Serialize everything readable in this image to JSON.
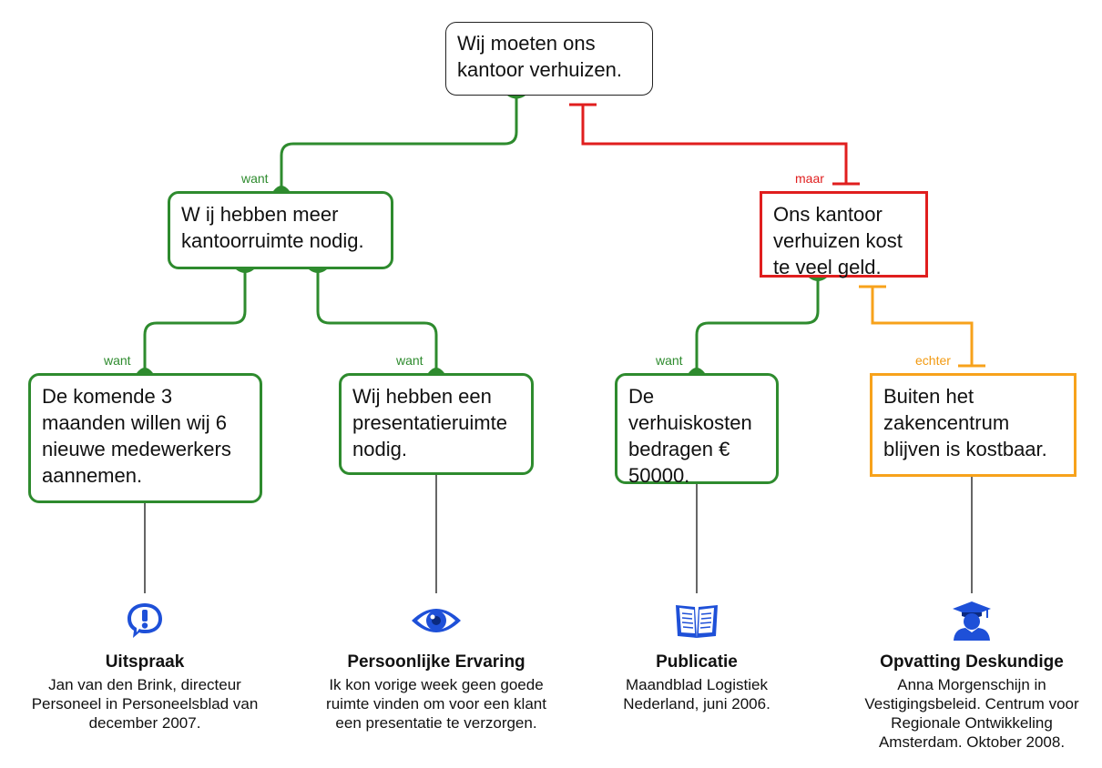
{
  "nodes": {
    "root": "Wij moeten ons kantoor verhuizen.",
    "reason_space": "W ij hebben meer kantoorruimte nodig.",
    "reason_staff": "De komende 3 maanden willen wij 6 nieuwe medewerkers aannemen.",
    "reason_presentation": "Wij hebben een presentatieruimte nodig.",
    "objection_cost": "Ons kantoor verhuizen kost te veel geld.",
    "reason_costs": "De verhuiskosten bedragen € 50000.",
    "rebuttal": "Buiten het zakencentrum blijven is kostbaar."
  },
  "labels": {
    "want_1": "want",
    "want_2": "want",
    "want_3": "want",
    "want_4": "want",
    "maar": "maar",
    "echter": "echter"
  },
  "sources": [
    {
      "icon": "exclamation-icon",
      "title": "Uitspraak",
      "text": "Jan van den Brink, directeur Personeel in Personeelsblad van december 2007."
    },
    {
      "icon": "eye-icon",
      "title": "Persoonlijke Ervaring",
      "text": "Ik kon vorige week geen goede ruimte vinden om voor een klant een presentatie te verzorgen."
    },
    {
      "icon": "book-icon",
      "title": "Publicatie",
      "text": "Maandblad Logistiek Nederland, juni 2006."
    },
    {
      "icon": "graduate-icon",
      "title": "Opvatting Deskundige",
      "text": "Anna Morgenschijn in Vestigingsbeleid. Centrum voor Regionale Ontwikkeling Amsterdam. Oktober 2008."
    }
  ],
  "colors": {
    "support": "#2e8b2e",
    "objection": "#e01e1e",
    "rebuttal": "#f7a21b",
    "icon": "#1e50d8"
  }
}
